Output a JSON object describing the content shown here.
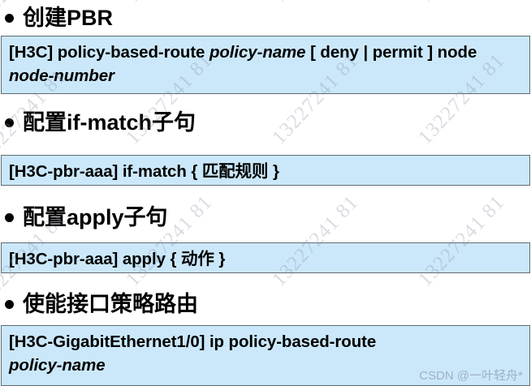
{
  "slide": {
    "title": "PBR 配置步骤",
    "background_color": "#ffffff",
    "box_fill_color": "#cbe8fa",
    "box_border_color": "#5f6b74",
    "text_color": "#000000",
    "bullet_glyph": "●"
  },
  "sections": [
    {
      "heading": "创建PBR",
      "command_lines": [
        {
          "segments": [
            {
              "text": "[H3C] policy-based-route ",
              "style": "bold"
            },
            {
              "text": "policy-name",
              "style": "bold-italic"
            },
            {
              "text": " [ deny |",
              "style": "bold"
            }
          ]
        },
        {
          "segments": [
            {
              "text": "permit ] node ",
              "style": "bold"
            },
            {
              "text": "node-number",
              "style": "bold-italic"
            }
          ]
        }
      ]
    },
    {
      "heading": "配置if-match子句",
      "command_lines": [
        {
          "segments": [
            {
              "text": "[H3C-pbr-aaa] if-match { 匹配规则 }",
              "style": "bold"
            }
          ]
        }
      ]
    },
    {
      "heading": "配置apply子句",
      "command_lines": [
        {
          "segments": [
            {
              "text": "[H3C-pbr-aaa] apply { 动作 }",
              "style": "bold"
            }
          ]
        }
      ]
    },
    {
      "heading": "使能接口策略路由",
      "command_lines": [
        {
          "segments": [
            {
              "text": "[H3C-GigabitEthernet1/0] ip policy-based-route",
              "style": "bold"
            }
          ]
        },
        {
          "segments": [
            {
              "text": "policy-name",
              "style": "bold-italic"
            }
          ]
        }
      ]
    }
  ],
  "watermark": {
    "text": "13227241 81",
    "credit": "CSDN @一叶轻舟*",
    "color": "rgba(130,140,160,0.30)",
    "angle_deg": -47
  },
  "flat": {
    "h1": "创建PBR",
    "h2": "配置if-match子句",
    "h3": "配置apply子句",
    "h4": "使能接口策略路由",
    "b1l1a": "[H3C] policy-based-route ",
    "b1l1b": "policy-name",
    "b1l1c": " [ deny |",
    "b1l2a": "permit ] node ",
    "b1l2b": "node-number",
    "b2l1": "[H3C-pbr-aaa] if-match { 匹配规则 }",
    "b3l1": "[H3C-pbr-aaa] apply { 动作 }",
    "b4l1": "[H3C-GigabitEthernet1/0] ip policy-based-route",
    "b4l2": "policy-name",
    "credit": "CSDN @一叶轻舟*",
    "wm": "13227241 81"
  }
}
